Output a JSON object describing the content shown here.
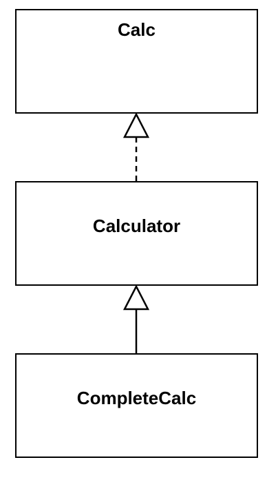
{
  "diagram": {
    "classes": [
      {
        "id": "calc",
        "name": "Calc"
      },
      {
        "id": "calculator",
        "name": "Calculator"
      },
      {
        "id": "complete-calc",
        "name": "CompleteCalc"
      }
    ],
    "relations": [
      {
        "from": "Calculator",
        "to": "Calc",
        "type": "realization",
        "line_style": "dashed",
        "arrowhead": "hollow-triangle"
      },
      {
        "from": "CompleteCalc",
        "to": "Calculator",
        "type": "generalization",
        "line_style": "solid",
        "arrowhead": "hollow-triangle"
      }
    ],
    "colors": {
      "stroke": "#000000",
      "fill": "#ffffff",
      "text": "#000000"
    }
  }
}
